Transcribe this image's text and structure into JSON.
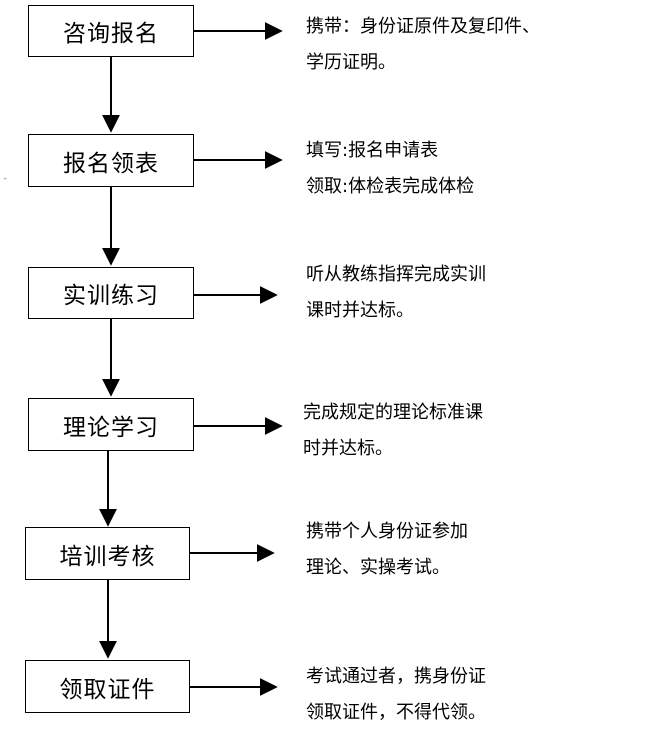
{
  "steps": [
    {
      "label": "咨询报名",
      "notes": [
        "携带：身份证原件及复印件、",
        "学历证明。"
      ]
    },
    {
      "label": "报名领表",
      "notes": [
        "填写:报名申请表",
        "领取:体检表完成体检"
      ]
    },
    {
      "label": "实训练习",
      "notes": [
        "听从教练指挥完成实训",
        "课时并达标。"
      ]
    },
    {
      "label": "理论学习",
      "notes": [
        "完成规定的理论标准课",
        "时并达标。"
      ]
    },
    {
      "label": "培训考核",
      "notes": [
        "携带个人身份证参加",
        "理论、实操考试。"
      ]
    },
    {
      "label": "领取证件",
      "notes": [
        "考试通过者，携身份证",
        "领取证件，不得代领。"
      ]
    }
  ]
}
